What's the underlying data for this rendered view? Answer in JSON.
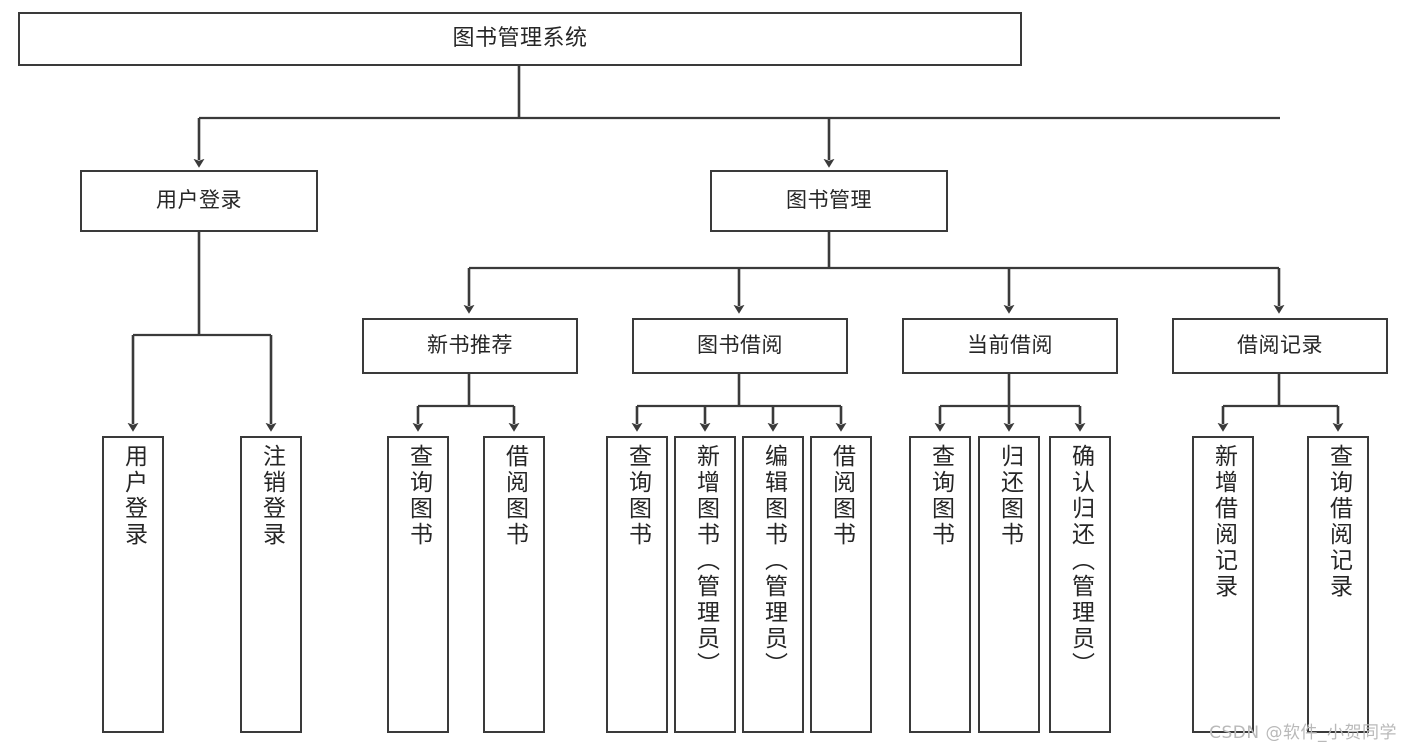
{
  "diagram": {
    "title": "图书管理系统",
    "type": "tree-hierarchy-chart",
    "watermark": "CSDN @软件_小贺同学",
    "colors": {
      "box_border": "#3a3a3a",
      "box_fill": "#ffffff",
      "edge": "#3a3a3a",
      "text": "#262626",
      "watermark": "#b9b9b9",
      "background": "#ffffff"
    },
    "nodes": {
      "root": {
        "label": "图书管理系统"
      },
      "level2": [
        {
          "label": "用户登录"
        },
        {
          "label": "图书管理"
        }
      ],
      "level3": [
        {
          "label": "新书推荐"
        },
        {
          "label": "图书借阅"
        },
        {
          "label": "当前借阅"
        },
        {
          "label": "借阅记录"
        }
      ],
      "leaves_user_login": [
        {
          "label": "用户登录"
        },
        {
          "label": "注销登录"
        }
      ],
      "leaves_new_book": [
        {
          "label": "查询图书"
        },
        {
          "label": "借阅图书"
        }
      ],
      "leaves_borrow": [
        {
          "label": "查询图书"
        },
        {
          "label": "新增图书（管理员）"
        },
        {
          "label": "编辑图书（管理员）"
        },
        {
          "label": "借阅图书"
        }
      ],
      "leaves_current": [
        {
          "label": "查询图书"
        },
        {
          "label": "归还图书"
        },
        {
          "label": "确认归还（管理员）"
        }
      ],
      "leaves_records": [
        {
          "label": "新增借阅记录"
        },
        {
          "label": "查询借阅记录"
        }
      ]
    }
  }
}
